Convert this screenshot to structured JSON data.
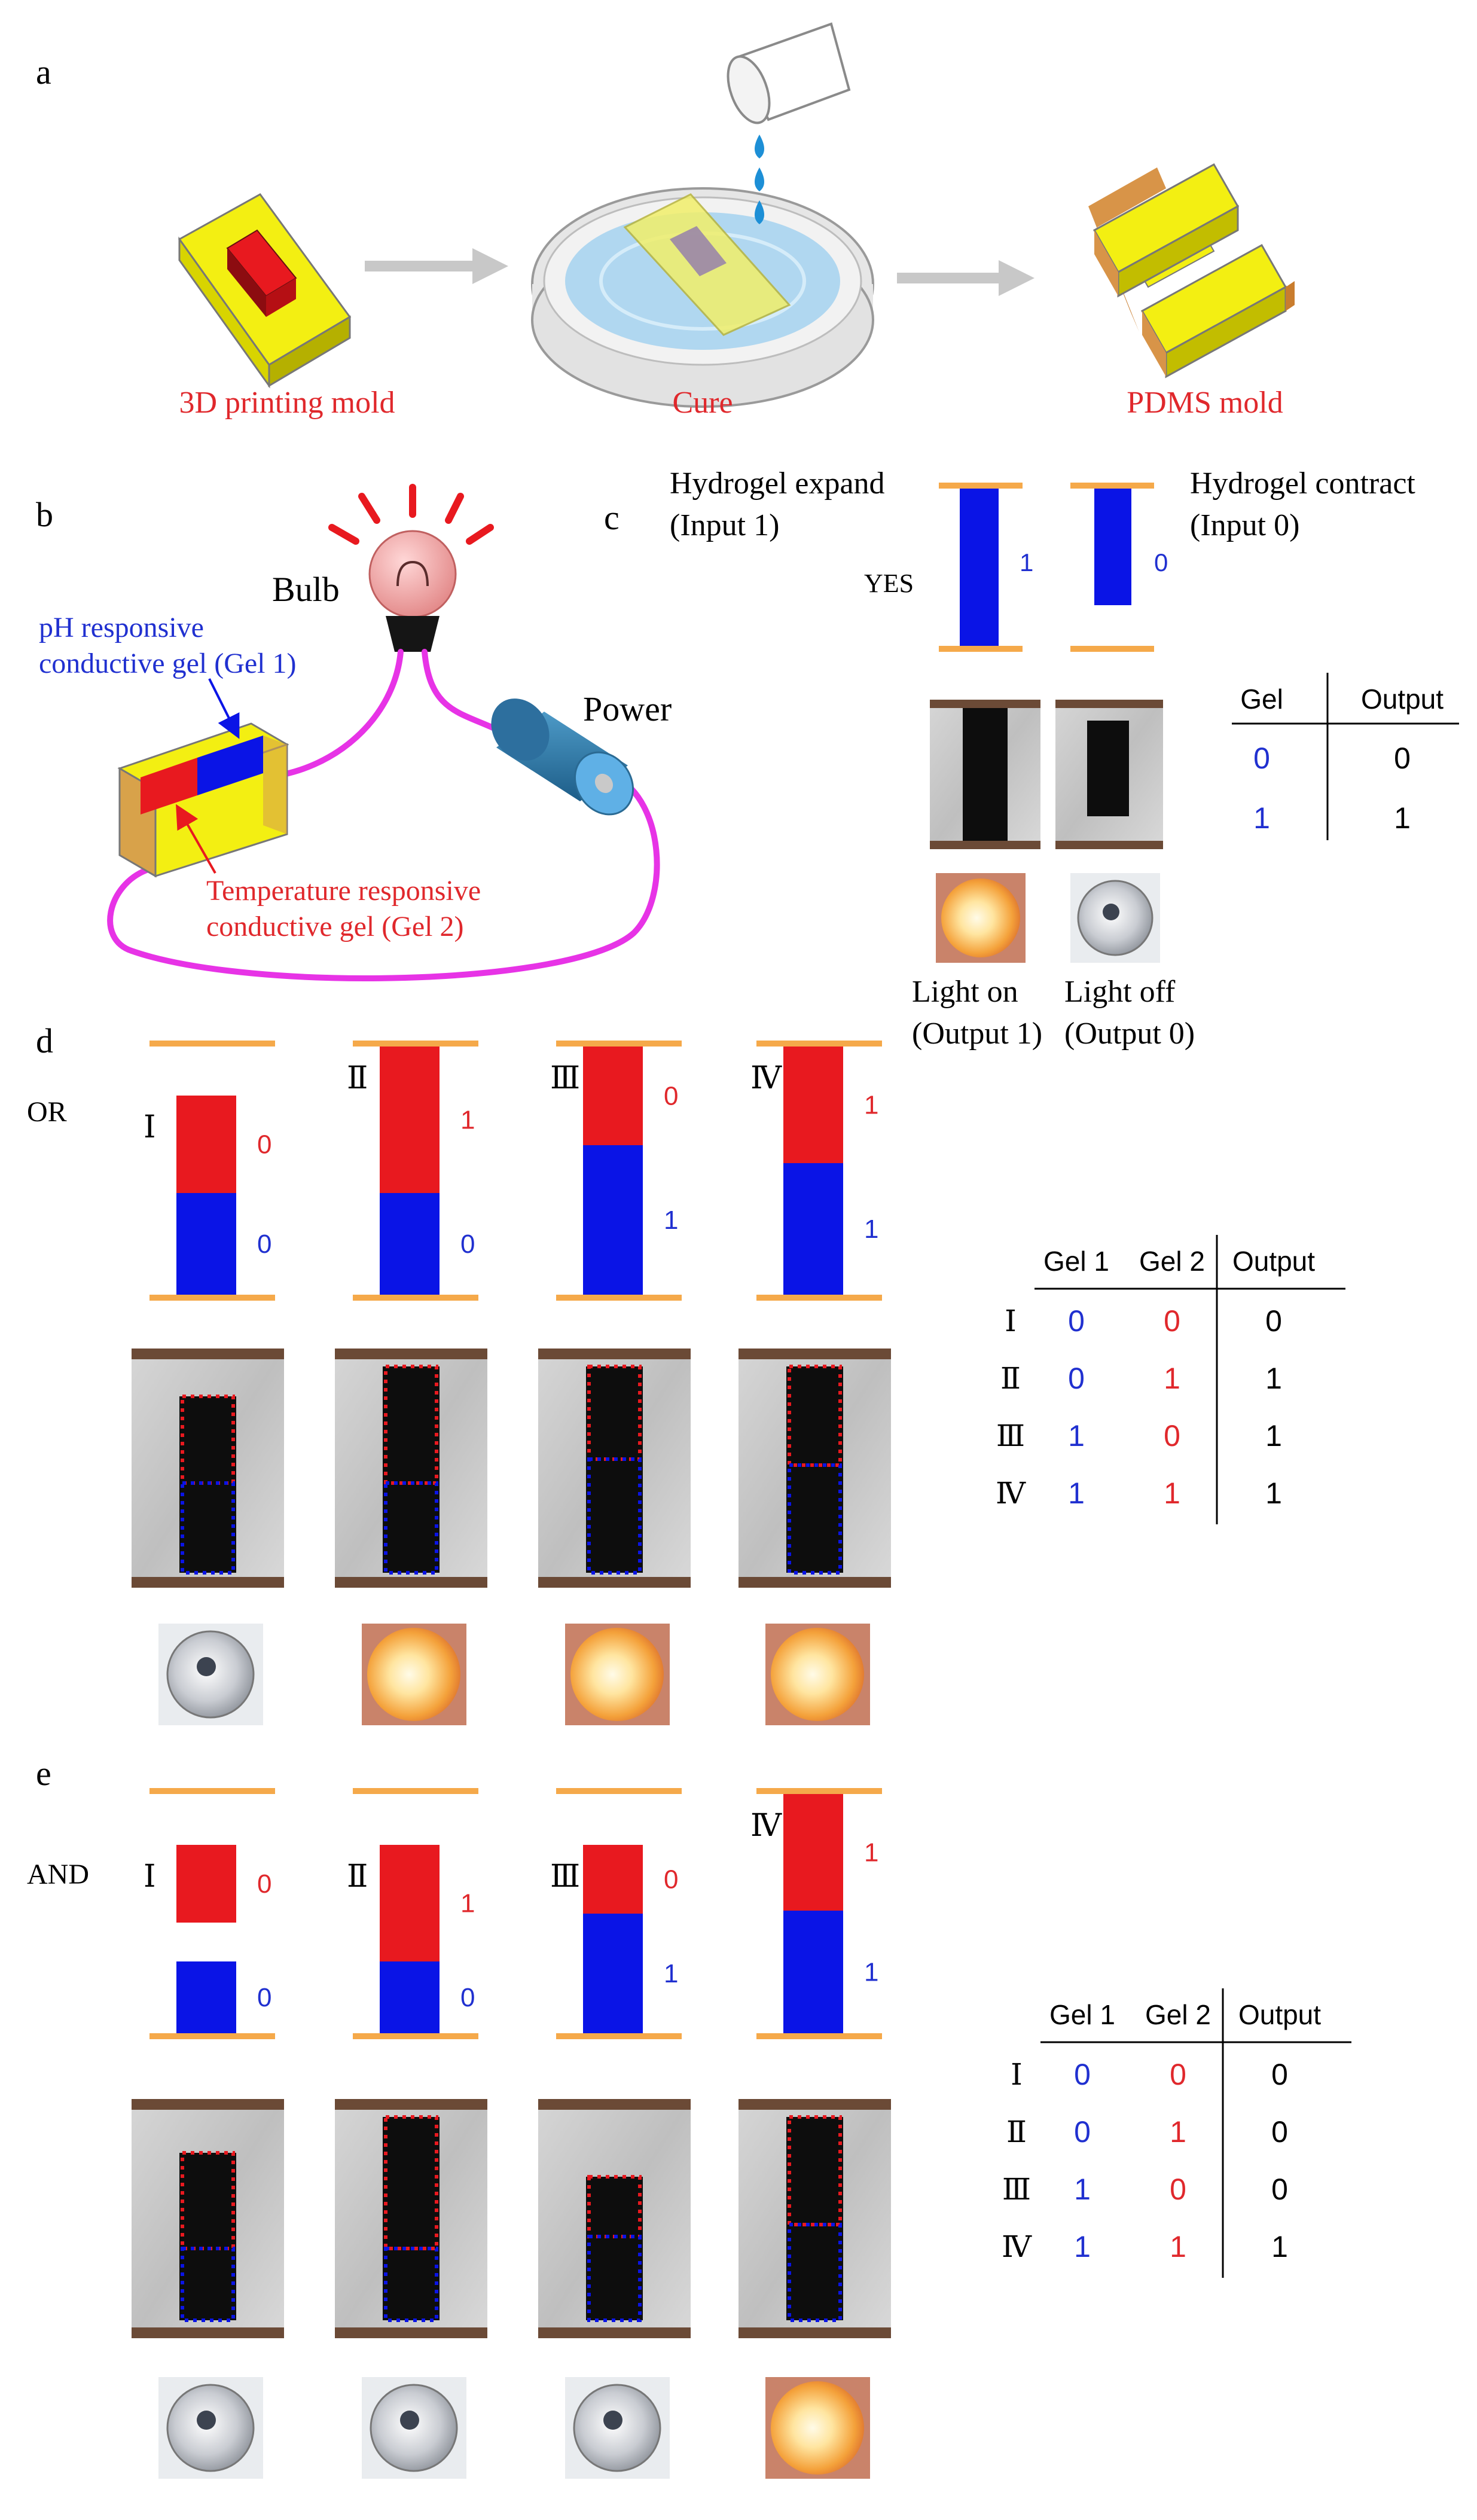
{
  "colors": {
    "red": "#e8191f",
    "blue": "#0a14e6",
    "orange": "#f5a94a",
    "yellow": "#f3ef12",
    "magenta": "#e733e6",
    "label_red": "#e0282c",
    "label_blue": "#2030d0",
    "arrow_gray": "#c8c8c8"
  },
  "panel_a": {
    "letter": "a",
    "labels": [
      "3D printing mold",
      "Cure",
      "PDMS mold"
    ]
  },
  "panel_b": {
    "letter": "b",
    "bulb": "Bulb",
    "power": "Power",
    "gel1_line1": "pH responsive",
    "gel1_line2": "conductive gel (Gel 1)",
    "gel2_line1": "Temperature responsive",
    "gel2_line2": "conductive gel (Gel 2)"
  },
  "panel_c": {
    "letter": "c",
    "expand_line1": "Hydrogel expand",
    "expand_line2": "(Input 1)",
    "contract_line1": "Hydrogel contract",
    "contract_line2": "(Input 0)",
    "gate": "YES",
    "bar_values": [
      "1",
      "0"
    ],
    "light_on_line1": "Light on",
    "light_on_line2": "(Output 1)",
    "light_off_line1": "Light off",
    "light_off_line2": "(Output 0)",
    "table": {
      "headers": [
        "Gel",
        "Output"
      ],
      "rows": [
        [
          "0",
          "0"
        ],
        [
          "1",
          "1"
        ]
      ]
    }
  },
  "panel_d": {
    "letter": "d",
    "gate": "OR",
    "cases": [
      {
        "numeral": "Ⅰ",
        "top": "0",
        "bottom": "0"
      },
      {
        "numeral": "Ⅱ",
        "top": "1",
        "bottom": "0"
      },
      {
        "numeral": "Ⅲ",
        "top": "0",
        "bottom": "1"
      },
      {
        "numeral": "Ⅳ",
        "top": "1",
        "bottom": "1"
      }
    ],
    "table": {
      "headers": [
        "Gel 1",
        "Gel 2",
        "Output"
      ],
      "rows": [
        [
          "Ⅰ",
          "0",
          "0",
          "0"
        ],
        [
          "Ⅱ",
          "0",
          "1",
          "1"
        ],
        [
          "Ⅲ",
          "1",
          "0",
          "1"
        ],
        [
          "Ⅳ",
          "1",
          "1",
          "1"
        ]
      ]
    }
  },
  "panel_e": {
    "letter": "e",
    "gate": "AND",
    "cases": [
      {
        "numeral": "Ⅰ",
        "top": "0",
        "bottom": "0"
      },
      {
        "numeral": "Ⅱ",
        "top": "1",
        "bottom": "0"
      },
      {
        "numeral": "Ⅲ",
        "top": "0",
        "bottom": "1"
      },
      {
        "numeral": "Ⅳ",
        "top": "1",
        "bottom": "1"
      }
    ],
    "table": {
      "headers": [
        "Gel 1",
        "Gel 2",
        "Output"
      ],
      "rows": [
        [
          "Ⅰ",
          "0",
          "0",
          "0"
        ],
        [
          "Ⅱ",
          "0",
          "1",
          "0"
        ],
        [
          "Ⅲ",
          "1",
          "0",
          "0"
        ],
        [
          "Ⅳ",
          "1",
          "1",
          "1"
        ]
      ]
    }
  }
}
